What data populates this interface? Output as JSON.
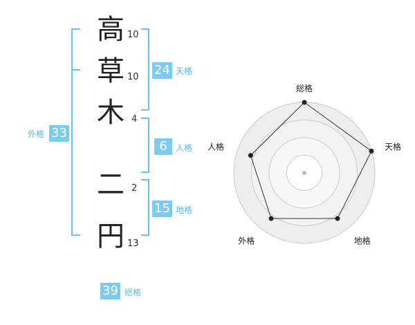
{
  "characters": [
    {
      "char": "高",
      "strokes": "10"
    },
    {
      "char": "草",
      "strokes": "10"
    },
    {
      "char": "木",
      "strokes": "4"
    },
    {
      "char": "二",
      "strokes": "2"
    },
    {
      "char": "円",
      "strokes": "13"
    }
  ],
  "kaku": {
    "tenkaku": {
      "label": "天格",
      "value": "24"
    },
    "jinkaku": {
      "label": "人格",
      "value": "6"
    },
    "chikaku": {
      "label": "地格",
      "value": "15"
    },
    "gaikaku": {
      "label": "外格",
      "value": "33"
    },
    "soukaku": {
      "label": "総格",
      "value": "39"
    }
  },
  "colors": {
    "accent": "#7ecbf2",
    "bracket": "#6cc0ee",
    "label": "#5fb8e8"
  },
  "chart_data": {
    "type": "radar",
    "axes": [
      "総格",
      "天格",
      "地格",
      "外格",
      "人格"
    ],
    "values": [
      5,
      5,
      4,
      4,
      4
    ],
    "max": 5,
    "rings": 4
  }
}
